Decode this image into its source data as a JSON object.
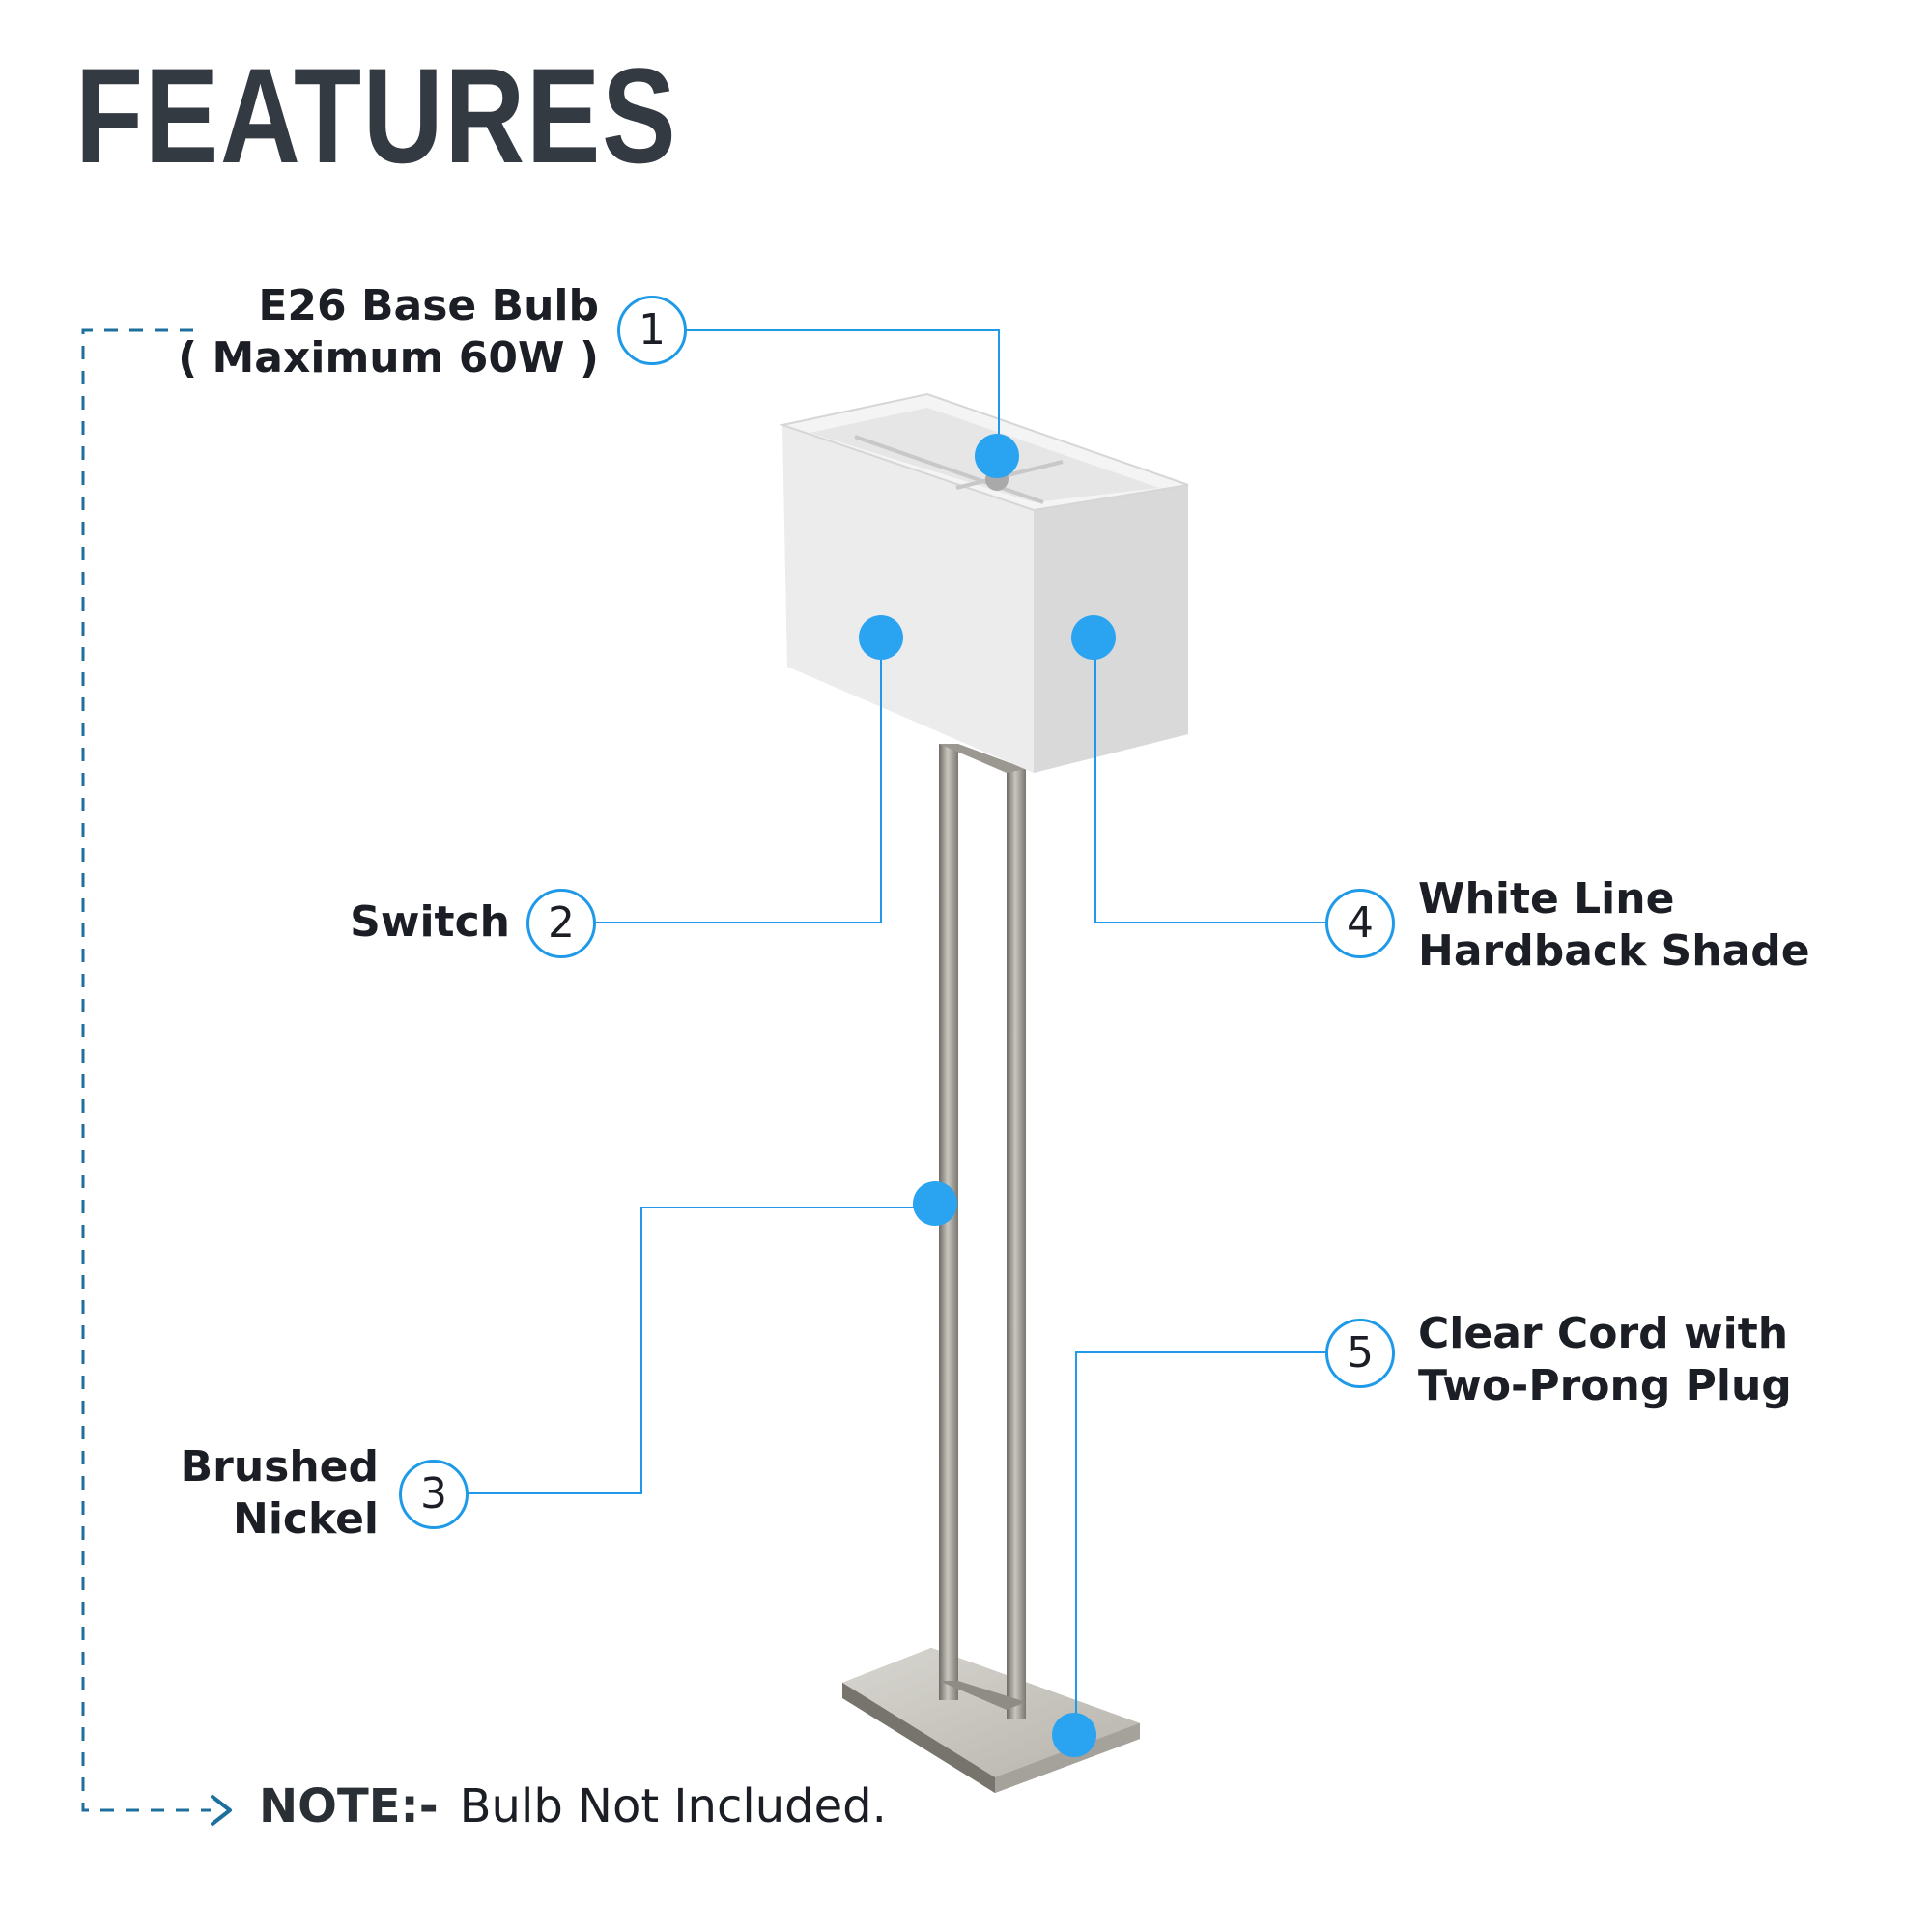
{
  "title": "FEATURES",
  "accent_color": "#1f9ae8",
  "callouts": [
    {
      "number": "1",
      "line1": "E26 Base Bulb",
      "line2": "( Maximum 60W )"
    },
    {
      "number": "2",
      "line1": "Switch",
      "line2": ""
    },
    {
      "number": "3",
      "line1": "Brushed",
      "line2": "Nickel"
    },
    {
      "number": "4",
      "line1": "White Line",
      "line2": "Hardback Shade"
    },
    {
      "number": "5",
      "line1": "Clear Cord with",
      "line2": "Two-Prong Plug"
    }
  ],
  "note": {
    "head": "NOTE:-",
    "text": "Bulb Not Included."
  }
}
